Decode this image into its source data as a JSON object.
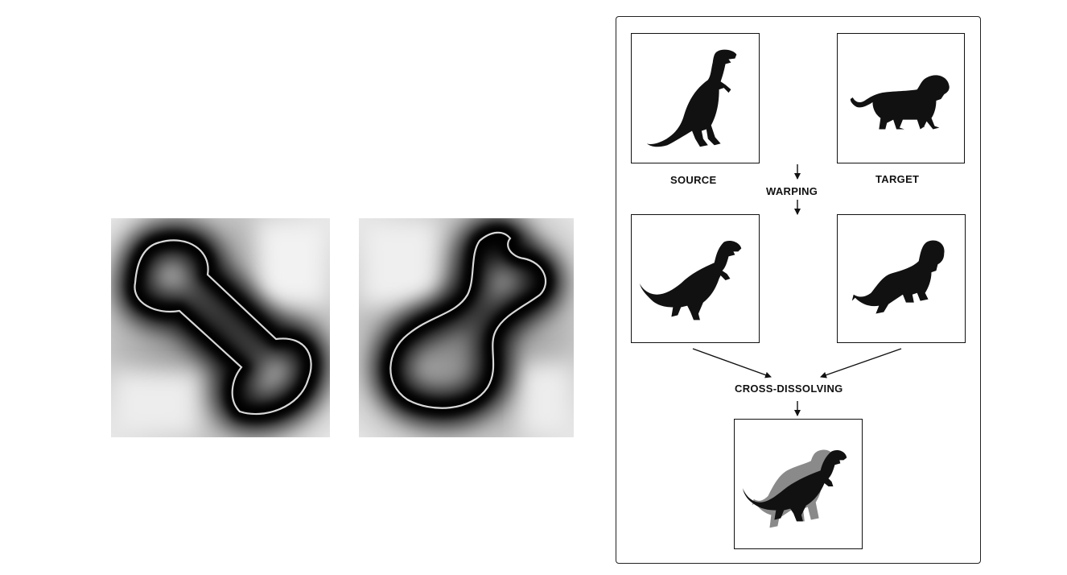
{
  "left_figure": {
    "panels": [
      {
        "shape": "dumbbell-contour-distance-field"
      },
      {
        "shape": "gourd-contour-distance-field"
      }
    ]
  },
  "diagram": {
    "labels": {
      "source": "SOURCE",
      "target": "TARGET",
      "warping": "WARPING",
      "cross_dissolving": "CROSS-DISSOLVING"
    },
    "nodes": [
      {
        "id": "source",
        "content": "t-rex-silhouette"
      },
      {
        "id": "target",
        "content": "lion-silhouette"
      },
      {
        "id": "warped-source",
        "content": "warped-t-rex-silhouette"
      },
      {
        "id": "warped-target",
        "content": "warped-lion-silhouette"
      },
      {
        "id": "result",
        "content": "blended-silhouette"
      }
    ],
    "edges": [
      {
        "from": "source",
        "to": "warped-source",
        "label": "WARPING"
      },
      {
        "from": "target",
        "to": "warped-target",
        "label": "WARPING"
      },
      {
        "from": "warped-source",
        "to": "result",
        "label": "CROSS-DISSOLVING"
      },
      {
        "from": "warped-target",
        "to": "result",
        "label": "CROSS-DISSOLVING"
      }
    ],
    "colors": {
      "silhouette": "#111111",
      "ghost": "#8a8a8a",
      "frame": "#111111"
    }
  }
}
